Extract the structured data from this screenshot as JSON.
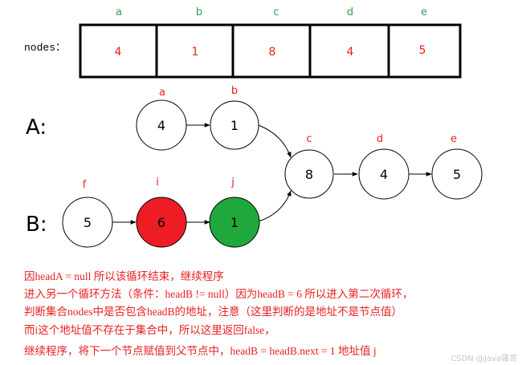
{
  "nodes_label": "nodes：",
  "array": {
    "headers": [
      "a",
      "b",
      "c",
      "d",
      "e"
    ],
    "values": [
      "4",
      "1",
      "8",
      "4",
      "5"
    ]
  },
  "list_a": {
    "label": "A:",
    "nodes": [
      {
        "label": "a",
        "value": "4"
      },
      {
        "label": "b",
        "value": "1"
      }
    ]
  },
  "list_b": {
    "label": "B:",
    "nodes": [
      {
        "label": "f",
        "value": "5"
      },
      {
        "label": "i",
        "value": "6"
      },
      {
        "label": "j",
        "value": "1"
      }
    ]
  },
  "shared": {
    "nodes": [
      {
        "label": "c",
        "value": "8"
      },
      {
        "label": "d",
        "value": "4"
      },
      {
        "label": "e",
        "value": "5"
      }
    ]
  },
  "notes": [
    "因headA = null 所以该循环结束，继续程序",
    "进入另一个循环方法（条件：headB != null）因为headB = 6 所以进入第二次循环，",
    "判断集合nodes中是否包含headB的地址，注意（这里判断的是地址不是节点值）",
    "而i这个地址值不存在于集合中，所以这里返回false，",
    "继续程序，将下一个节点赋值到父节点中，headB = headB.next = 1 地址值 j"
  ],
  "watermark": "CSDN @Java骚哥",
  "colors": {
    "label_green": "#2e9e4f",
    "label_red": "#e8201f",
    "node_red": "#ee1c24",
    "node_green": "#20a83c"
  }
}
